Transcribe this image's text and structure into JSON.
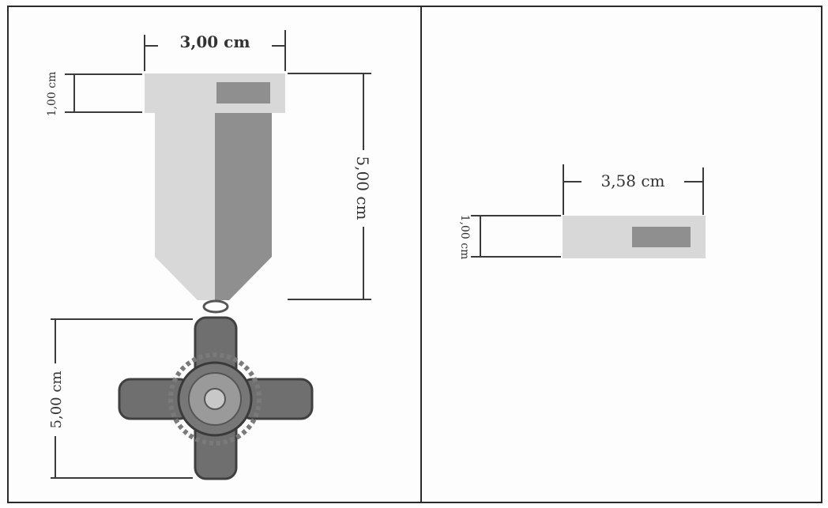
{
  "colors": {
    "ribbon_light": "#d8d8d8",
    "ribbon_dark": "#8f8f8f",
    "medal_arm": "#6f6f6f",
    "medal_arm_border": "#404040",
    "medal_center": "#9a9a9a",
    "line": "#3b3b3b",
    "frame": "#2a2a2a"
  },
  "left_panel": {
    "ribbon_width_label": "3,00 cm",
    "ribbon_top_height_label": "1,00 cm",
    "ribbon_total_height_label": "5,00 cm",
    "medal_height_label": "5,00 cm"
  },
  "right_panel": {
    "bar_width_label": "3,58 cm",
    "bar_height_label": "1,00 cm"
  }
}
